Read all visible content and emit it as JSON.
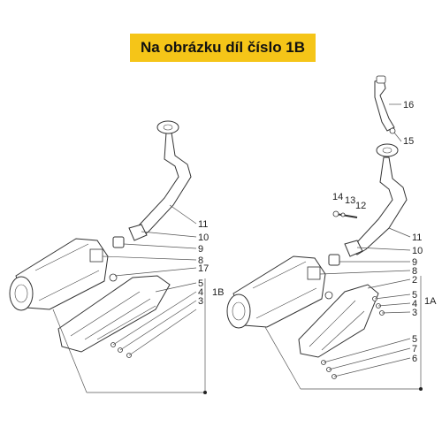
{
  "banner": {
    "text": "Na obrázku díl číslo 1B"
  },
  "diagram": {
    "left_labels": [
      "11",
      "10",
      "9",
      "8",
      "17",
      "5",
      "4",
      "3",
      "1B"
    ],
    "right_labels": [
      "16",
      "15",
      "14",
      "13",
      "12",
      "11",
      "10",
      "9",
      "8",
      "2",
      "5",
      "4",
      "3",
      "1A",
      "5",
      "7",
      "6"
    ]
  }
}
